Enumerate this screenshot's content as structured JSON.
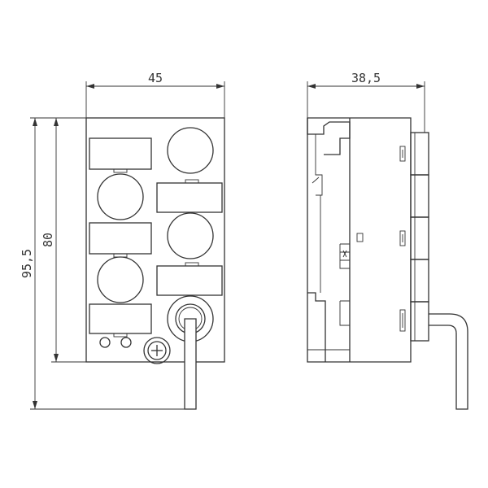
{
  "dimensions": {
    "front_width": "45",
    "side_depth": "38,5",
    "overall_height": "95,5",
    "body_height": "80"
  },
  "colors": {
    "line": "#333333",
    "background": "#ffffff"
  }
}
